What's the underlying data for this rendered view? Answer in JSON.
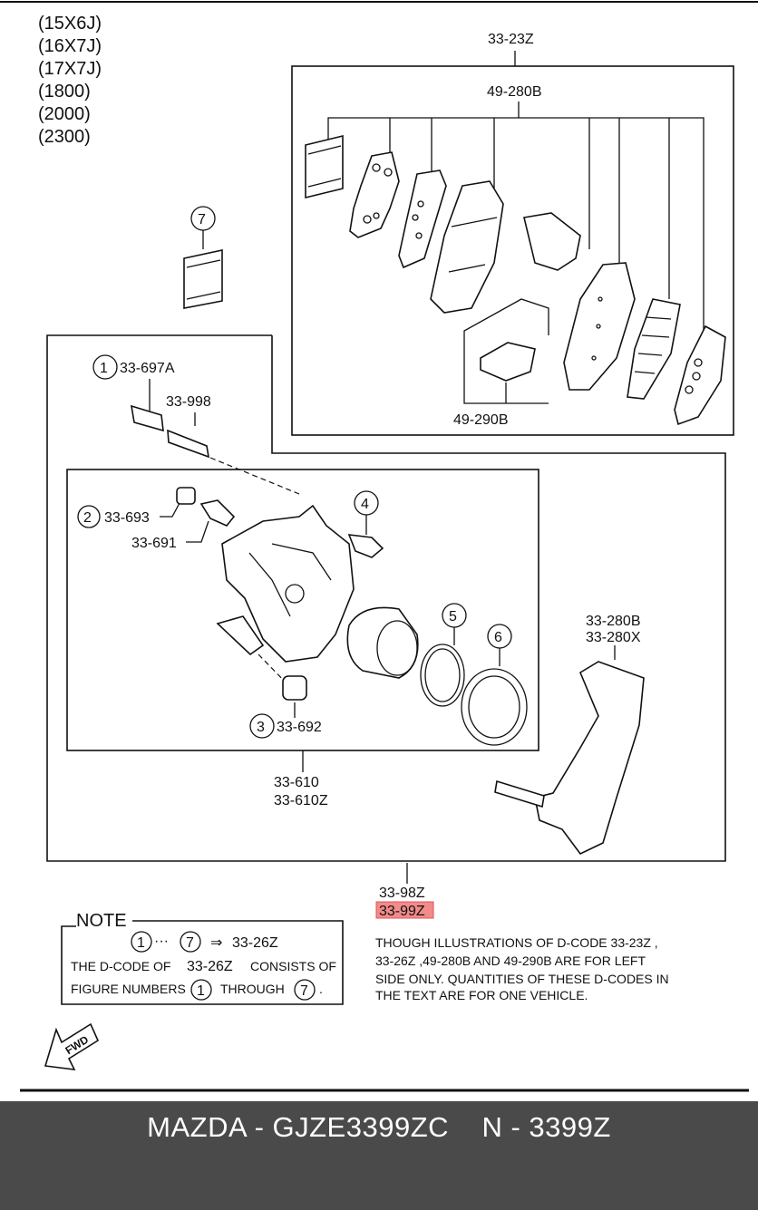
{
  "variants": [
    "(15X6J)",
    "(16X7J)",
    "(17X7J)",
    "(1800)",
    "(2000)",
    "(2300)"
  ],
  "labels": {
    "pad_kit": "33-23Z",
    "pad_set_upper": "49-280B",
    "pad_set_lower": "49-290B",
    "pin_a": "33-697A",
    "pin_b": "33-998",
    "cap": "33-693",
    "bleeder": "33-691",
    "bolt": "33-692",
    "caliper": "33-610",
    "caliper_z": "33-610Z",
    "bracket": "33-280B",
    "bracket_x": "33-280X",
    "assy": "33-98Z",
    "assy_highlight": "33-99Z",
    "kit_ref": "33-26Z"
  },
  "callouts": [
    "1",
    "2",
    "3",
    "4",
    "5",
    "6",
    "7"
  ],
  "note": {
    "title": "NOTE",
    "dots": "···",
    "arrow": "⇒",
    "line2_a": "THE D-CODE OF",
    "line2_c": "CONSISTS OF",
    "line3_a": "FIGURE NUMBERS",
    "line3_c": "THROUGH",
    "period": "."
  },
  "description": [
    "THOUGH  ILLUSTRATIONS  OF  D-CODE  33-23Z  ,",
    "33-26Z   ,49-280B  AND  49-290B  ARE  FOR  LEFT",
    "SIDE  ONLY.  QUANTITIES  OF  THESE  D-CODES  IN",
    "THE  TEXT  ARE  FOR  ONE  VEHICLE."
  ],
  "fwd": "FWD",
  "footer": {
    "title": "MAZDA - GJZE3399ZC    N - 3399Z"
  },
  "colors": {
    "highlight": "#f28b8b",
    "footer_bg": "#4a4a4a"
  }
}
